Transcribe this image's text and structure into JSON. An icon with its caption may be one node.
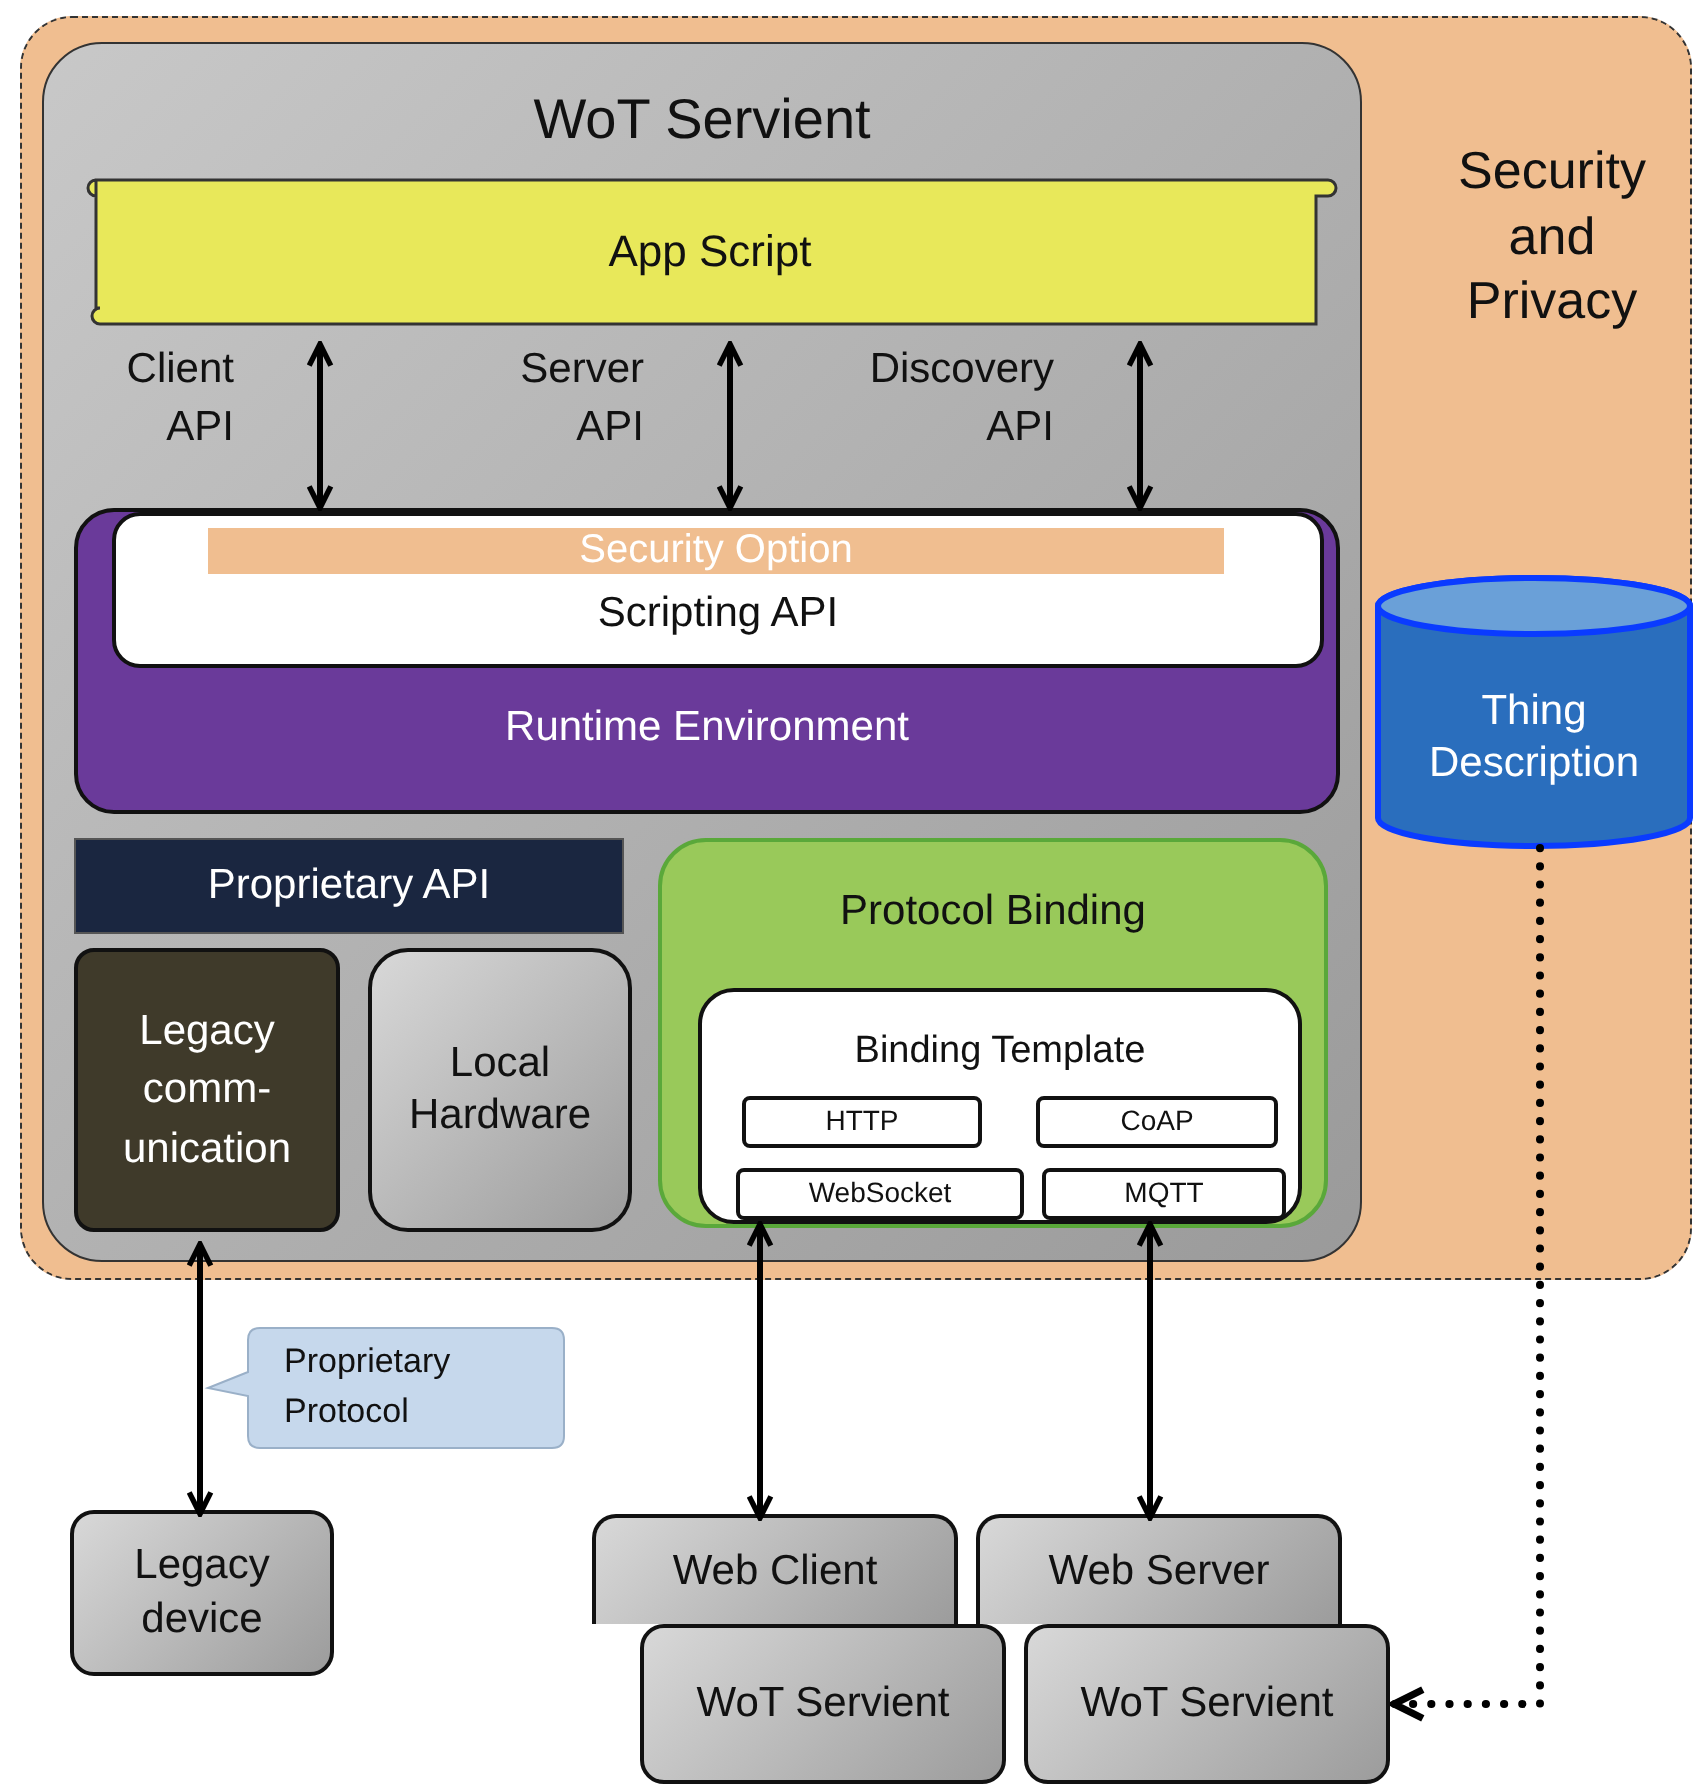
{
  "diagram": {
    "nodes": [
      {
        "text": [
          "Security and Privacy"
        ]
      },
      {
        "text": [
          "WoT Servient"
        ],
        "in": 0
      },
      {
        "text": [
          "App Script"
        ],
        "in": 1
      },
      {
        "text": [
          "Runtime Environment"
        ],
        "in": 1
      },
      {
        "text": [
          "Scripting API"
        ],
        "in": 3
      },
      {
        "text": [
          "Security Option"
        ],
        "in": 4
      },
      {
        "text": [
          "Proprietary API"
        ],
        "in": 1
      },
      {
        "text": [
          "Legacy comm- unication"
        ],
        "in": 1
      },
      {
        "text": [
          "Local Hardware"
        ],
        "in": 1
      },
      {
        "text": [
          "Protocol Binding"
        ],
        "in": 1
      },
      {
        "text": [
          "Binding Template"
        ],
        "in": 9
      },
      {
        "text": [
          "HTTP"
        ],
        "in": 10
      },
      {
        "text": [
          "CoAP"
        ],
        "in": 10
      },
      {
        "text": [
          "WebSocket"
        ],
        "in": 10
      },
      {
        "text": [
          "MQTT"
        ],
        "in": 10
      },
      {
        "text": [
          "Thing Description"
        ],
        "in": 0
      },
      {
        "text": [
          "Proprietary Protocol"
        ]
      },
      {
        "text": [
          "Legacy device"
        ]
      },
      {
        "text": [
          "Web Client"
        ]
      },
      {
        "text": [
          "Web Server"
        ]
      },
      {
        "text": [
          "WoT Servient"
        ]
      },
      {
        "text": [
          "WoT Servient"
        ]
      }
    ],
    "edges": [
      {
        "from": 2,
        "to": 4,
        "arrow": "both",
        "label": "Client API"
      },
      {
        "from": 2,
        "to": 4,
        "arrow": "both",
        "label": "Server API"
      },
      {
        "from": 2,
        "to": 4,
        "arrow": "both",
        "label": "Discovery API"
      },
      {
        "from": 7,
        "to": 17,
        "arrow": "both"
      },
      {
        "from": 13,
        "to": 18,
        "arrow": "both"
      },
      {
        "from": 14,
        "to": 19,
        "arrow": "both"
      },
      {
        "from": 15,
        "to": 21,
        "arrow": "to",
        "style": "dashed"
      }
    ]
  }
}
